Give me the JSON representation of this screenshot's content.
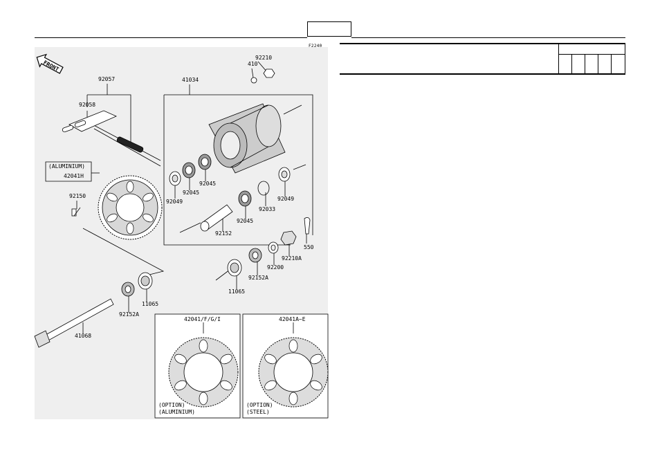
{
  "figure_id": "F2240",
  "direction_label": "FRONT",
  "parts": {
    "p92210": "92210",
    "p410": "410",
    "p41034": "41034",
    "p92057": "92057",
    "p92058": "92058",
    "aluminium": "(ALUMINIUM)",
    "p42041H": "42041H",
    "p92150": "92150",
    "p92049a": "92049",
    "p92045a": "92045",
    "p92045b": "92045",
    "p92045c": "92045",
    "p92033": "92033",
    "p92049b": "92049",
    "p92152": "92152",
    "p550": "550",
    "p92210A": "92210A",
    "p92200": "92200",
    "p92152A_r": "92152A",
    "p11065_r": "11065",
    "p11065_l": "11065",
    "p92152A_l": "92152A",
    "p41068": "41068"
  },
  "options": {
    "left": {
      "part": "42041/F/G/I",
      "line1": "(OPTION)",
      "line2": "(ALUMINIUM)"
    },
    "right": {
      "part": "42041A~E",
      "line1": "(OPTION)",
      "line2": "(STEEL)"
    }
  }
}
